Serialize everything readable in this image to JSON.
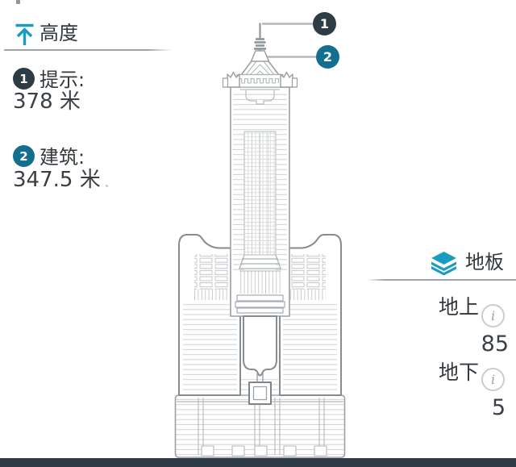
{
  "colors": {
    "accent": "#1a9bc0",
    "badge1_bg": "#2e3c46",
    "badge2_bg": "#136f8e",
    "ground_bar": "#2e3a45",
    "text": "#33383c",
    "rule": "#9fa5aa",
    "art_light": "#ced2d4",
    "art_mid": "#9aa0a4",
    "art_dark": "#868c90"
  },
  "height_panel": {
    "icon": "arrow-up-icon",
    "title": "高度",
    "items": [
      {
        "badge": "1",
        "label": "提示:",
        "value": "378 米"
      },
      {
        "badge": "2",
        "label": "建筑:",
        "value": "347.5 米"
      }
    ]
  },
  "floors_panel": {
    "icon": "layers-icon",
    "title": "地板",
    "info_glyph": "i",
    "items": [
      {
        "label": "地上",
        "value": "85"
      },
      {
        "label": "地下",
        "value": "5"
      }
    ]
  },
  "callouts": [
    {
      "badge": "1",
      "points_to": "spire-tip"
    },
    {
      "badge": "2",
      "points_to": "building-top"
    }
  ]
}
